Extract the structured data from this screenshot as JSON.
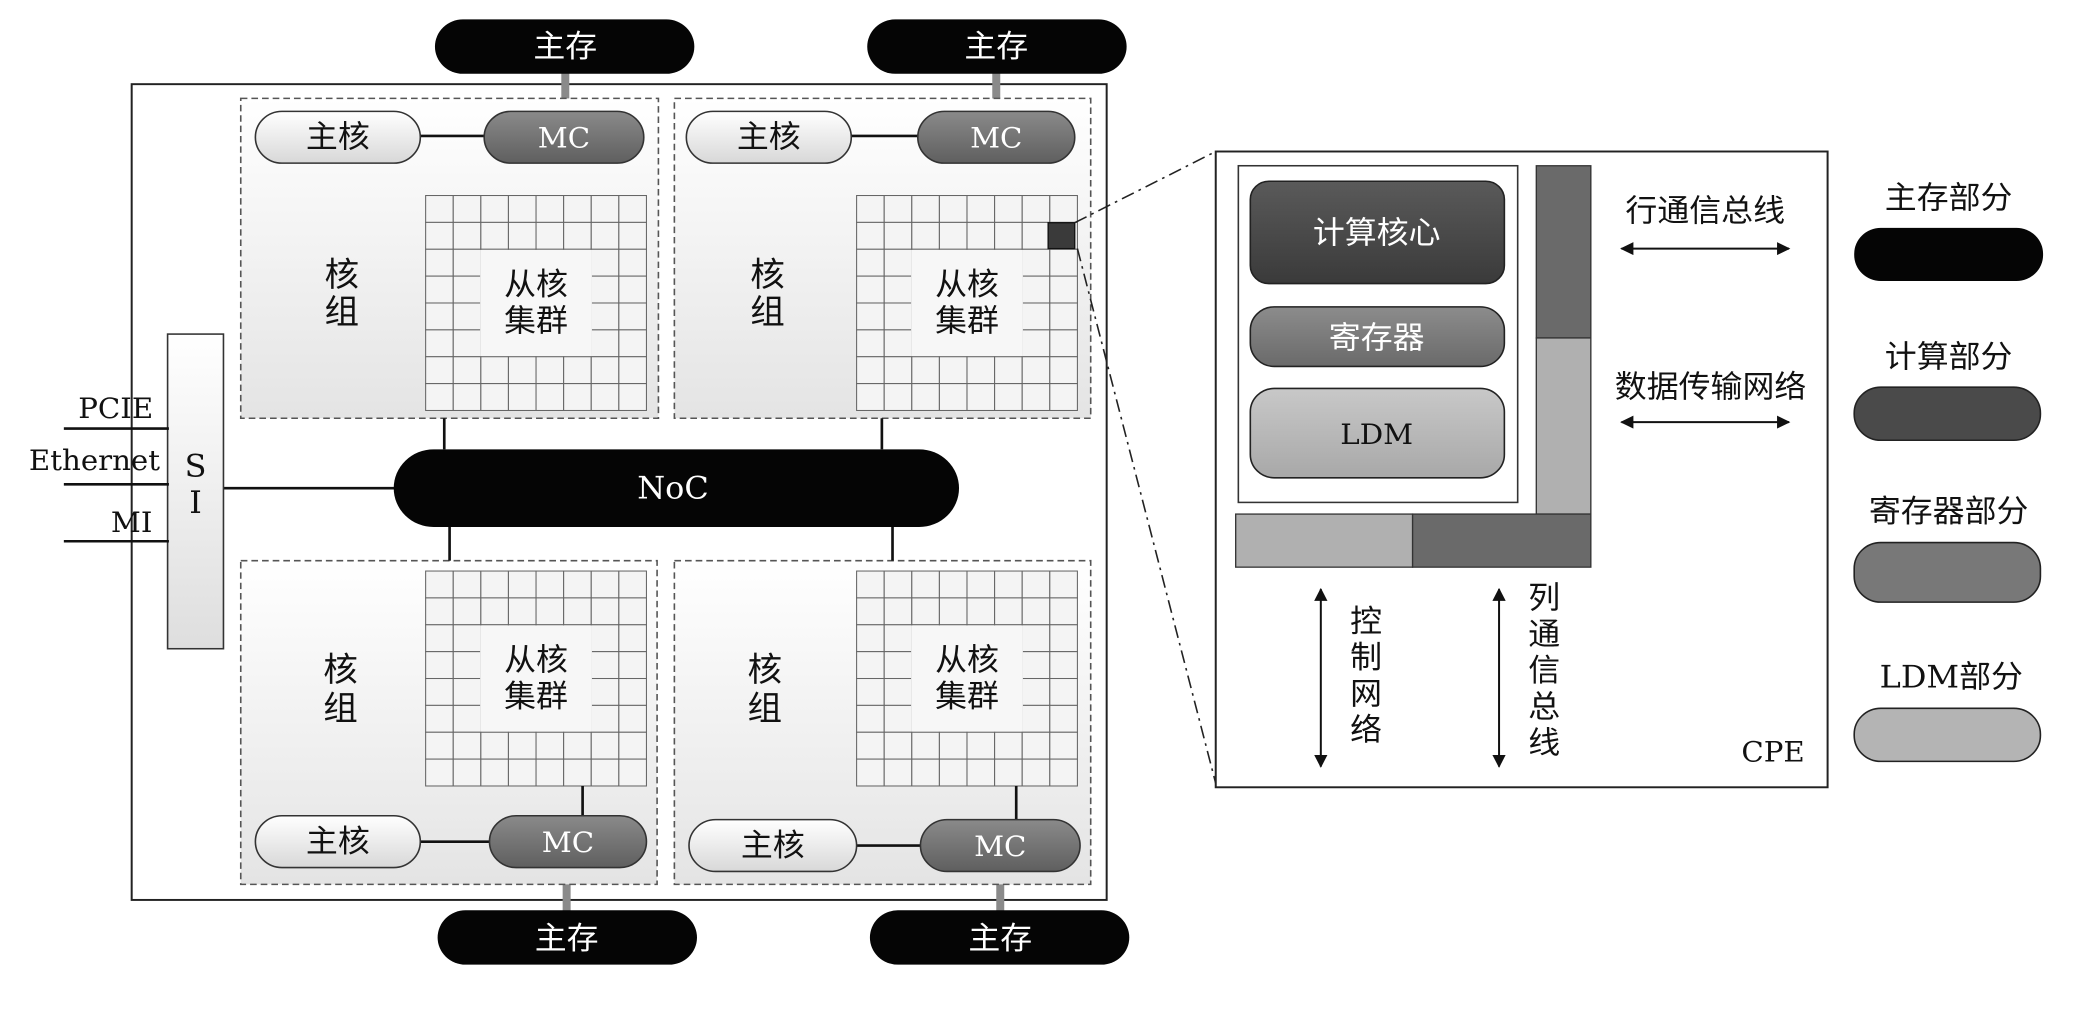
{
  "main_memory_label": "主存",
  "main_core_label": "主核",
  "mc_label": "MC",
  "core_group_label": [
    "核",
    "组"
  ],
  "slave_cluster_label": [
    "从核",
    "集群"
  ],
  "noc_label": "NoC",
  "si_label": [
    "S",
    "I"
  ],
  "io_labels": [
    "PCIE",
    "Ethernet",
    "MI"
  ],
  "cpe": {
    "compute_core": "计算核心",
    "register": "寄存器",
    "ldm": "LDM",
    "row_bus": "行通信总线",
    "data_network": "数据传输网络",
    "control_network": "控制网络",
    "column_bus": "列通信总线",
    "name": "CPE"
  },
  "legend": [
    {
      "label": "主存部分",
      "color": "#050505"
    },
    {
      "label": "计算部分",
      "color": "#4a4a4a"
    },
    {
      "label": "寄存器部分",
      "color": "#787878"
    },
    {
      "label": "LDM部分",
      "color": "#b4b4b4"
    }
  ]
}
